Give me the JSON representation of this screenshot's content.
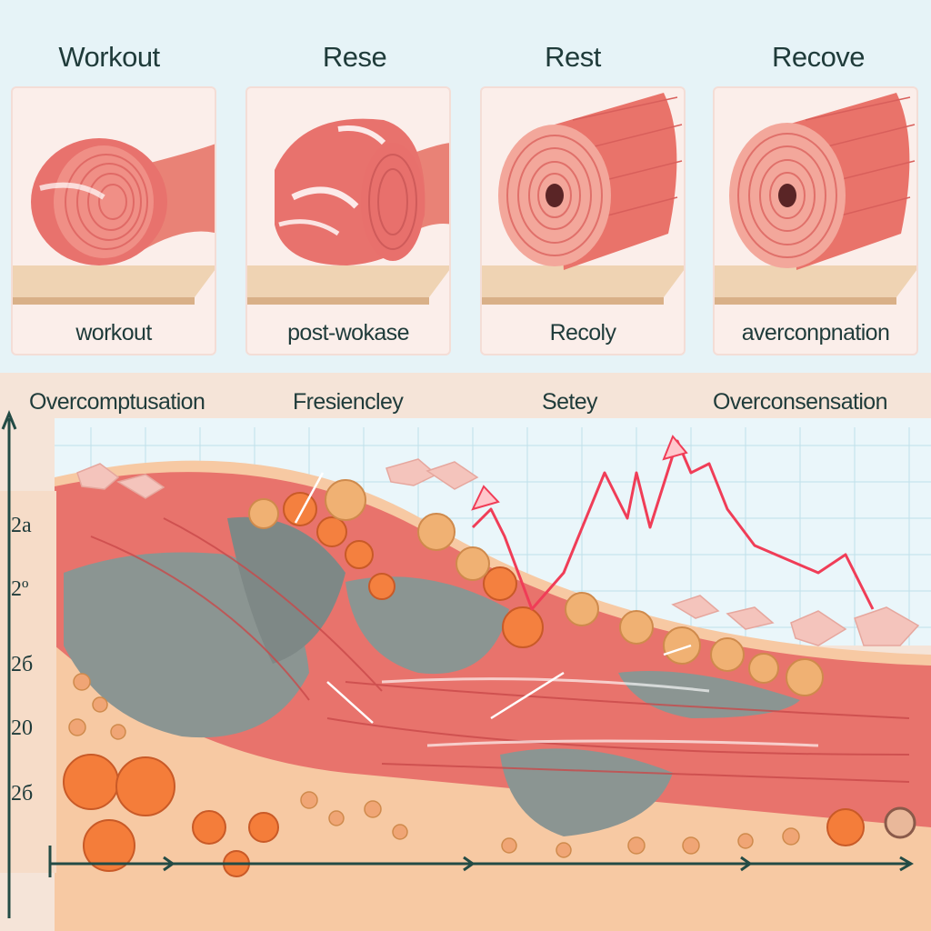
{
  "top_titles": [
    "Workout",
    "Rese",
    "Rest",
    "Recove"
  ],
  "panels": [
    {
      "label": "workout"
    },
    {
      "label": "post-wokase"
    },
    {
      "label": "Recoly"
    },
    {
      "label": "averconpnation"
    }
  ],
  "section_labels": [
    "Overcomptusation",
    "Fresiencley",
    "Setey",
    "Overconsensation"
  ],
  "y_ticks": [
    "2a",
    "2º",
    "2б",
    "20",
    "2б"
  ],
  "colors": {
    "background_top": "#e6f3f7",
    "muscle": "#e8706c",
    "muscle_dark": "#c9494a",
    "wood": "#e9c8a4",
    "scar_tissue": "#8d9490",
    "fat_cell": "#f4803f",
    "trend_line": "#f03d57",
    "axis": "#234b45"
  }
}
